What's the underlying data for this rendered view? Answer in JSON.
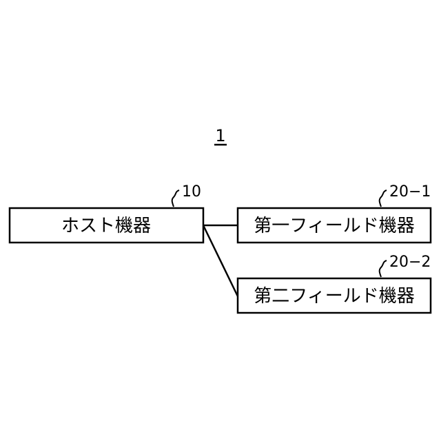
{
  "figure": {
    "number": "1"
  },
  "nodes": {
    "host": {
      "label": "ホスト機器",
      "ref": "10"
    },
    "field1": {
      "label": "第一フィールド機器",
      "ref": "20−1"
    },
    "field2": {
      "label": "第二フィールド機器",
      "ref": "20−2"
    }
  },
  "edges": [
    {
      "from": "host",
      "to": "field1"
    },
    {
      "from": "host",
      "to": "field2"
    }
  ]
}
